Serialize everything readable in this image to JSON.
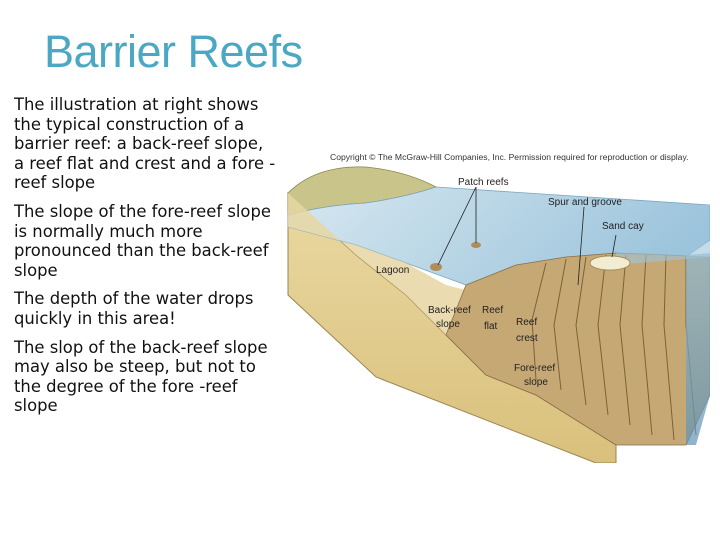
{
  "slide": {
    "title": "Barrier Reefs",
    "bullets": [
      "The illustration at right shows the typical construction of a barrier reef: a back-reef slope, a reef flat and crest and a fore -reef slope",
      "The slope of the fore-reef slope is normally much more pronounced than the back-reef slope",
      "The depth of the water drops quickly in this area!",
      "The slop of the back-reef slope may also be steep, but not to the degree of the fore -reef slope"
    ]
  },
  "figure": {
    "copyright": "Copyright © The McGraw-Hill Companies, Inc. Permission required for reproduction or display.",
    "labels": {
      "patch_reefs": "Patch reefs",
      "spur_groove": "Spur and groove",
      "sand_cay": "Sand cay",
      "lagoon": "Lagoon",
      "back_reef_1": "Back-reef",
      "back_reef_2": "slope",
      "reef_flat_1": "Reef",
      "reef_flat_2": "flat",
      "reef_crest_1": "Reef",
      "reef_crest_2": "crest",
      "fore_reef_1": "Fore-reef",
      "fore_reef_2": "slope"
    },
    "colors": {
      "water": "#b9d6e6",
      "sand": "#e3cf93",
      "reef": "#b89a6a",
      "land": "#c8c48a"
    }
  }
}
